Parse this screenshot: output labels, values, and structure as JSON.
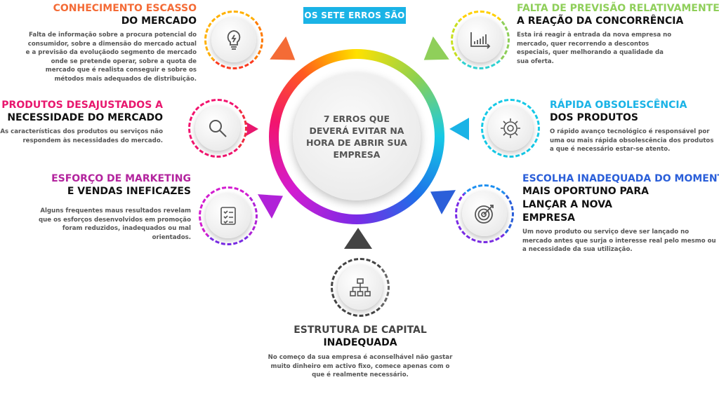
{
  "badge": "OS SETE ERROS SÃO",
  "center": "7 ERROS QUE DEVERÁ EVITAR NA HORA DE ABRIR SUA EMPRESA",
  "colors": {
    "badge": "#1ab3e6",
    "e1": "#f46b36",
    "e2": "#8fcf5a",
    "e3": "#e8176e",
    "e4": "#1ab3e6",
    "e5": "#b3249e",
    "e6": "#2b5fd9",
    "e7": "#444444"
  },
  "errors": [
    {
      "title1": "CONHECIMENTO ESCASSO",
      "title2": "DO MERCADO",
      "text": "Falta de informação sobre a procura potencial do consumidor, sobre a dimensão do mercado actual e a previsão da evoluçãodo segmento de mercado onde se pretende operar, sobre a quota de mercado que é realista conseguir e sobre os métodos mais adequados de distribuição.",
      "icon": "lightbulb-icon"
    },
    {
      "title1": "FALTA DE PREVISÃO RELATIVAMENTE",
      "title2": "A REAÇÃO DA CONCORRÊNCIA",
      "text": "Esta irá reagir à entrada da nova empresa no mercado, quer recorrendo a descontos especiais, quer melhorando a qualidade da sua oferta.",
      "icon": "bar-chart-icon"
    },
    {
      "title1": "PRODUTOS DESAJUSTADOS A",
      "title2": "NECESSIDADE DO MERCADO",
      "text": "As características dos produtos ou serviços não respondem às necessidades do mercado.",
      "icon": "magnifier-icon"
    },
    {
      "title1": "RÁPIDA OBSOLESCÊNCIA",
      "title2": "DOS PRODUTOS",
      "text": "O rápido avanço tecnológico é responsável por uma ou mais rápida obsolescência dos produtos a que é necessário estar-se atento.",
      "icon": "gear-icon"
    },
    {
      "title1": "ESFORÇO DE MARKETING",
      "title2": "E VENDAS INEFICAZES",
      "text": "Alguns frequentes maus resultados revelam que os esforços desenvolvidos em promoção foram reduzidos, inadequados ou mal orientados.",
      "icon": "checklist-icon"
    },
    {
      "title1": "ESCOLHA INADEQUADA DO MOMENTO",
      "title2": "MAIS OPORTUNO PARA LANÇAR A NOVA EMPRESA",
      "text": "Um novo produto ou serviço deve ser lançado no mercado antes que surja o interesse real pelo mesmo ou a necessidade da sua utilização.",
      "icon": "target-icon"
    },
    {
      "title1": "ESTRUTURA DE CAPITAL",
      "title2": "INADEQUADA",
      "text": "No começo da sua empresa é aconselhável não gastar muito dinheiro em activo fixo, comece apenas com o que é realmente necessário.",
      "icon": "org-chart-icon"
    }
  ]
}
